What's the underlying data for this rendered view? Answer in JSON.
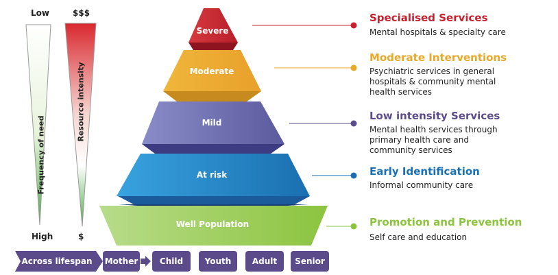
{
  "left_scale": {
    "freq_top": "Low",
    "freq_bottom": "High",
    "freq_label": "Frequency of need",
    "res_top": "$$$",
    "res_bottom": "$",
    "res_label": "Resource intensity"
  },
  "pyramid": [
    {
      "label": "Severe",
      "color": "#c8202f"
    },
    {
      "label": "Moderate",
      "color": "#e8a92a"
    },
    {
      "label": "Mild",
      "color": "#6b6cae"
    },
    {
      "label": "At risk",
      "color": "#1f86c8"
    },
    {
      "label": "Well Population",
      "color": "#8cc43f"
    }
  ],
  "services": [
    {
      "title": "Specialised Services",
      "desc": "Mental hospitals & specialty care",
      "color": "#c8202f"
    },
    {
      "title": "Moderate Interventions",
      "desc": "Psychiatric services in general hospitals & community mental health services",
      "color": "#e8a92a"
    },
    {
      "title": "Low intensity Services",
      "desc": "Mental health services through primary health care and community services",
      "color": "#5b4b8a"
    },
    {
      "title": "Early Identification",
      "desc": "Informal community care",
      "color": "#1a6fb0"
    },
    {
      "title": "Promotion and Prevention",
      "desc": "Self care and education",
      "color": "#8cc43f"
    }
  ],
  "lifespan": {
    "label": "Across lifespan",
    "stages": [
      "Mother",
      "Child",
      "Youth",
      "Adult",
      "Senior"
    ]
  }
}
